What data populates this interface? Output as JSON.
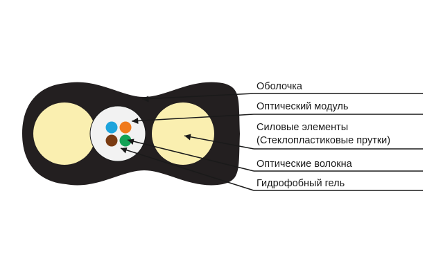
{
  "diagram": {
    "colors": {
      "sheath": "#231f20",
      "strength_member": "#faefb0",
      "module": "#f2f2f2",
      "fiber_blue": "#1ea4dc",
      "fiber_orange": "#f07a1c",
      "fiber_brown": "#7a3b12",
      "fiber_green": "#14a356",
      "leader_line": "#1a1a1a"
    },
    "labels": [
      {
        "id": "sheath",
        "text": "Оболочка"
      },
      {
        "id": "optical_module",
        "text": "Оптический модуль"
      },
      {
        "id": "strength_members_1",
        "text": "Силовые элементы"
      },
      {
        "id": "strength_members_2",
        "text": "(Стеклопластиковые прутки)"
      },
      {
        "id": "optical_fibers",
        "text": "Оптические волокна"
      },
      {
        "id": "hydrophobic_gel",
        "text": "Гидрофобный гель"
      }
    ]
  }
}
